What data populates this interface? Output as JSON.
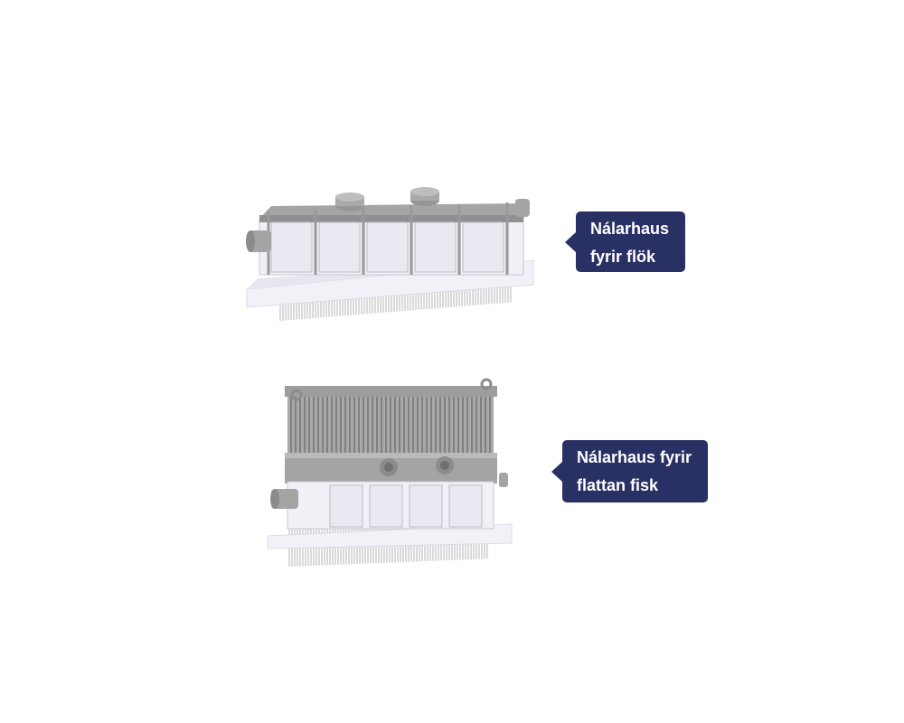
{
  "products": [
    {
      "label_line1": "Nálarhaus",
      "label_line2": "fyrir flök",
      "image": "needle-head-fillet"
    },
    {
      "label_line1": "Nálarhaus fyrir",
      "label_line2": "flattan fisk",
      "image": "needle-head-flat-fish"
    }
  ],
  "colors": {
    "callout": "#283064",
    "metal": "#a9aaa9",
    "plastic": "#eeeef6"
  }
}
